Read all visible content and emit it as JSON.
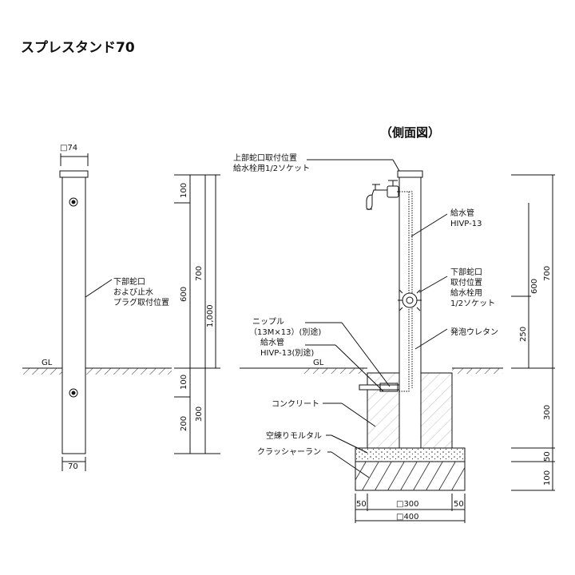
{
  "title": "スプレスタンド70",
  "side_view_title": "（側面図）",
  "front": {
    "top_size": "□74",
    "bottom_width": "70",
    "gl": "GL",
    "callout_lower_faucet": [
      "下部蛇口",
      "および止水",
      "プラグ取付位置"
    ],
    "dims": {
      "d100_top": "100",
      "d700": "700",
      "d600": "600",
      "d1000": "1,000",
      "d100_below": "100",
      "d200": "200",
      "d300": "300"
    }
  },
  "side": {
    "gl": "GL",
    "callout_upper_faucet": [
      "上部蛇口取付位置",
      "給水栓用1/2ソケット"
    ],
    "callout_pipe": [
      "給水管",
      "HIVP-13"
    ],
    "callout_lower_faucet": [
      "下部蛇口",
      "取付位置",
      "給水栓用",
      "1/2ソケット"
    ],
    "callout_urethane": "発泡ウレタン",
    "callout_nipple": [
      "ニップル",
      "（13M×13）(別途)"
    ],
    "callout_supply": [
      "給水管",
      "HIVP-13(別途)"
    ],
    "callout_concrete": "コンクリート",
    "callout_mortar": "空練りモルタル",
    "callout_crusher": "クラッシャーラン",
    "dims": {
      "d700": "700",
      "d600": "600",
      "d250": "250",
      "d300": "300",
      "d50": "50",
      "d100": "100"
    },
    "bottom_dims": {
      "left50": "50",
      "mid": "□300",
      "right50": "50",
      "total": "□400"
    }
  }
}
